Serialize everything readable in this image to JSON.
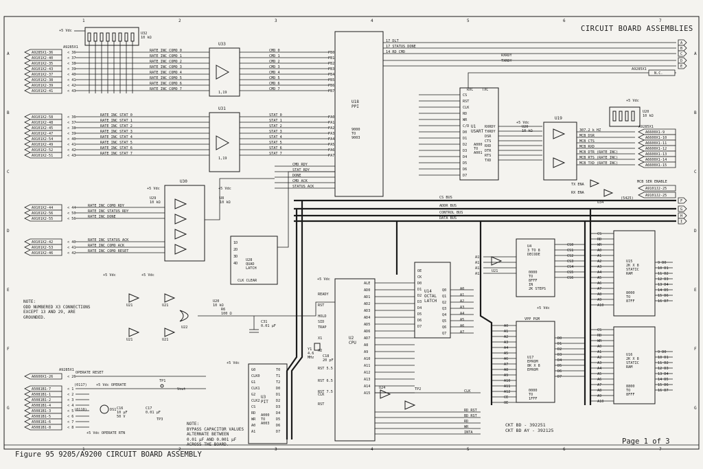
{
  "header": {
    "title": "CIRCUIT BOARD ASSEMBLIES"
  },
  "footer": {
    "figure": "Figure 95   9205/A9200 CIRCUIT BOARD ASSEMBLY",
    "page": "Page 1 of 3",
    "ckt_bd": "CKT BD - 392251",
    "ckt_bd_ay": "CKT BD AY - 392125"
  },
  "grid": {
    "cols": [
      "1",
      "2",
      "3",
      "4",
      "5",
      "6",
      "7"
    ],
    "rows": [
      "A",
      "B",
      "C",
      "D",
      "E",
      "F",
      "G"
    ]
  },
  "notes": {
    "odd": "NOTE:\nODD NUMBERED X3 CONNECTIONS\nEXCEPT 13 AND 29, ARE\nGROUNDED.",
    "bypass": "NOTE:\nBYPASS CAPACITOR VALUES\nALTERNATE BETWEEN\n0.01 µF AND 0.001 µF\nACROSS THE BOARD."
  },
  "connectors": {
    "top": [
      "A9285X1-36",
      "A9101X2-40",
      "A9101X2-35",
      "A9101X2-43",
      "A9101X2-37",
      "A9101X2-38",
      "A9101X2-39",
      "A9101X2-41"
    ],
    "stat": [
      "A9101X2-58",
      "A9101X2-48",
      "A9101X2-45",
      "A9101X2-47",
      "A9101X2-54",
      "A9101X2-49",
      "A9101X2-52",
      "A9101X2-51"
    ],
    "mid": [
      "A9101X2-44",
      "A9101X2-56",
      "A9101X2-55"
    ],
    "ack": [
      "A9101X2-42",
      "A9101X2-53",
      "A9101X2-46"
    ],
    "reset": "A6600X1-26",
    "bottom": [
      "A5081B1-7",
      "A5081B1-1",
      "A5081B1-2",
      "A5081B1-4",
      "A5081B1-3",
      "A5081B1-5",
      "A5081B1-6",
      "A5081B1-8"
    ],
    "right": [
      "A6600X1-9",
      "A6600X1-10",
      "A6600X1-11",
      "A6600X1-12",
      "A6600X1-13",
      "A6600X1-14",
      "A6600X1-15",
      "A9101J2-25",
      "A9101J2-25"
    ]
  },
  "signals": {
    "como": [
      "RATE INC  COMO 0",
      "RATE INC  COMO 1",
      "RATE INC  COMO 2",
      "RATE INC  COMO 3",
      "RATE INC  COMO 4",
      "RATE INC  COMO 5",
      "RATE INC  COMO 6",
      "RATE INC  COMO 7"
    ],
    "cmd": [
      "CMD 0",
      "CMD 1",
      "CMD 2",
      "CMD 3",
      "CMD 4",
      "CMD 5",
      "CMD 6",
      "CMD 7"
    ],
    "stat": [
      "RATE INC  STAT 0",
      "RATE INC  STAT 1",
      "RATE INC  STAT 2",
      "RATE INC  STAT 3",
      "RATE INC  STAT 4",
      "RATE INC  STAT 5",
      "RATE INC  STAT 6",
      "RATE INC  STAT 7"
    ],
    "statout": [
      "STAT 0",
      "STAT 1",
      "STAT 2",
      "STAT 3",
      "STAT 4",
      "STAT 5",
      "STAT 6",
      "STAT 7"
    ],
    "mid": [
      "RATE INC  COMO RDY",
      "RATE INC  STATUS RDY",
      "RATE INC  DONE"
    ],
    "ack": [
      "RATE INC  STATUS ACK",
      "RATE INC  COMO ACK",
      "RATE INC  COMO RESET"
    ],
    "pc": [
      "CMD RDY",
      "STAT RDY",
      "DONE",
      "CMD ACK",
      "STATUS ACK"
    ],
    "top_right": [
      "17 DLT",
      "17 STATUS DONE",
      "14 RD CMD"
    ],
    "usart": [
      "RXRDY",
      "TXRDY",
      "RXDY",
      "TXRDY"
    ],
    "u19": [
      "307.2 k HZ",
      "MCB DSR",
      "MCB CTS",
      "MCB RXD",
      "MCB DTR  (RATE INC)",
      "MCB RTS  (RATE INC)",
      "MCB TXD  (RATE INC)"
    ],
    "u19misc": [
      "TX ENA",
      "RX ENA",
      "MCB SER ENABLE",
      "(5425)"
    ],
    "buses": [
      "CS BUS",
      "ADDR BUS",
      "CONTROL BUS",
      "DATA BUS"
    ],
    "reset": "OPERATE RESET",
    "operate": [
      "(0117)",
      "+5 Vdc  OPERATE",
      "(0110)",
      "+5 Vdc  OPERATE RTN",
      "Vout",
      "N.C."
    ]
  },
  "components": {
    "U32": "U32\n10 kΩ",
    "U33": "U33",
    "U31": "U31",
    "U30": "U30",
    "U18": "U18\nPPI",
    "U18p": "9000\nTO\n9003",
    "U1": "U1\nUSART",
    "U1p": "A000\nTO\nA001",
    "U19": "U19",
    "U28": "U28\nQUAD\nLATCH",
    "U2": "U2\nCPU",
    "U14": "U14\nOCTAL\nLATCH",
    "U4": "U4\n3 TO 8\nDECODE",
    "U4p": "0000\nTO\n8FFF\nIN\n2K STEPS",
    "U15": "U15\n2K X 8\nSTATIC\nRAM",
    "U15p": "8000\nTO\n87FF",
    "U16": "U16\n2K X 8\nSTATIC\nRAM",
    "U16p": "8800\nTO\n8FFF",
    "U17": "U17\nEPROM\n8K X 8\nEPROM",
    "U17p": "0000\nTO\n1FFF",
    "U3": "U3\nPIT",
    "U3p": "A000\nTO\nA003",
    "res": [
      "R6\n100 Ω",
      "U20\n10 kΩ",
      "U29\n10 kΩ",
      "U8\n10 kΩ"
    ],
    "caps": [
      "C31\n0.01 µF",
      "C16\n10 µF\n50 V",
      "C17\n0.01 µF",
      "C18\n20 pF"
    ],
    "misc": [
      "Y1\n4.6\nMHz",
      "DS1",
      "TP1",
      "TP2",
      "TP3",
      "+5 Vdc",
      "U21",
      "U22",
      "U24",
      "U34"
    ]
  },
  "u2pins": [
    "READY",
    "RST",
    "HOLD",
    "SID",
    "TRAP",
    "X1",
    "X2",
    "RST 5.5",
    "RST 6.5",
    "RST 7.5",
    "CLK",
    "RST"
  ],
  "u2right": [
    "ALE",
    "AD0",
    "AD1",
    "AD2",
    "AD3",
    "AD4",
    "AD5",
    "AD6",
    "AD7",
    "A8",
    "A9",
    "A10",
    "A11",
    "A12",
    "A13",
    "A14",
    "A15"
  ]
}
